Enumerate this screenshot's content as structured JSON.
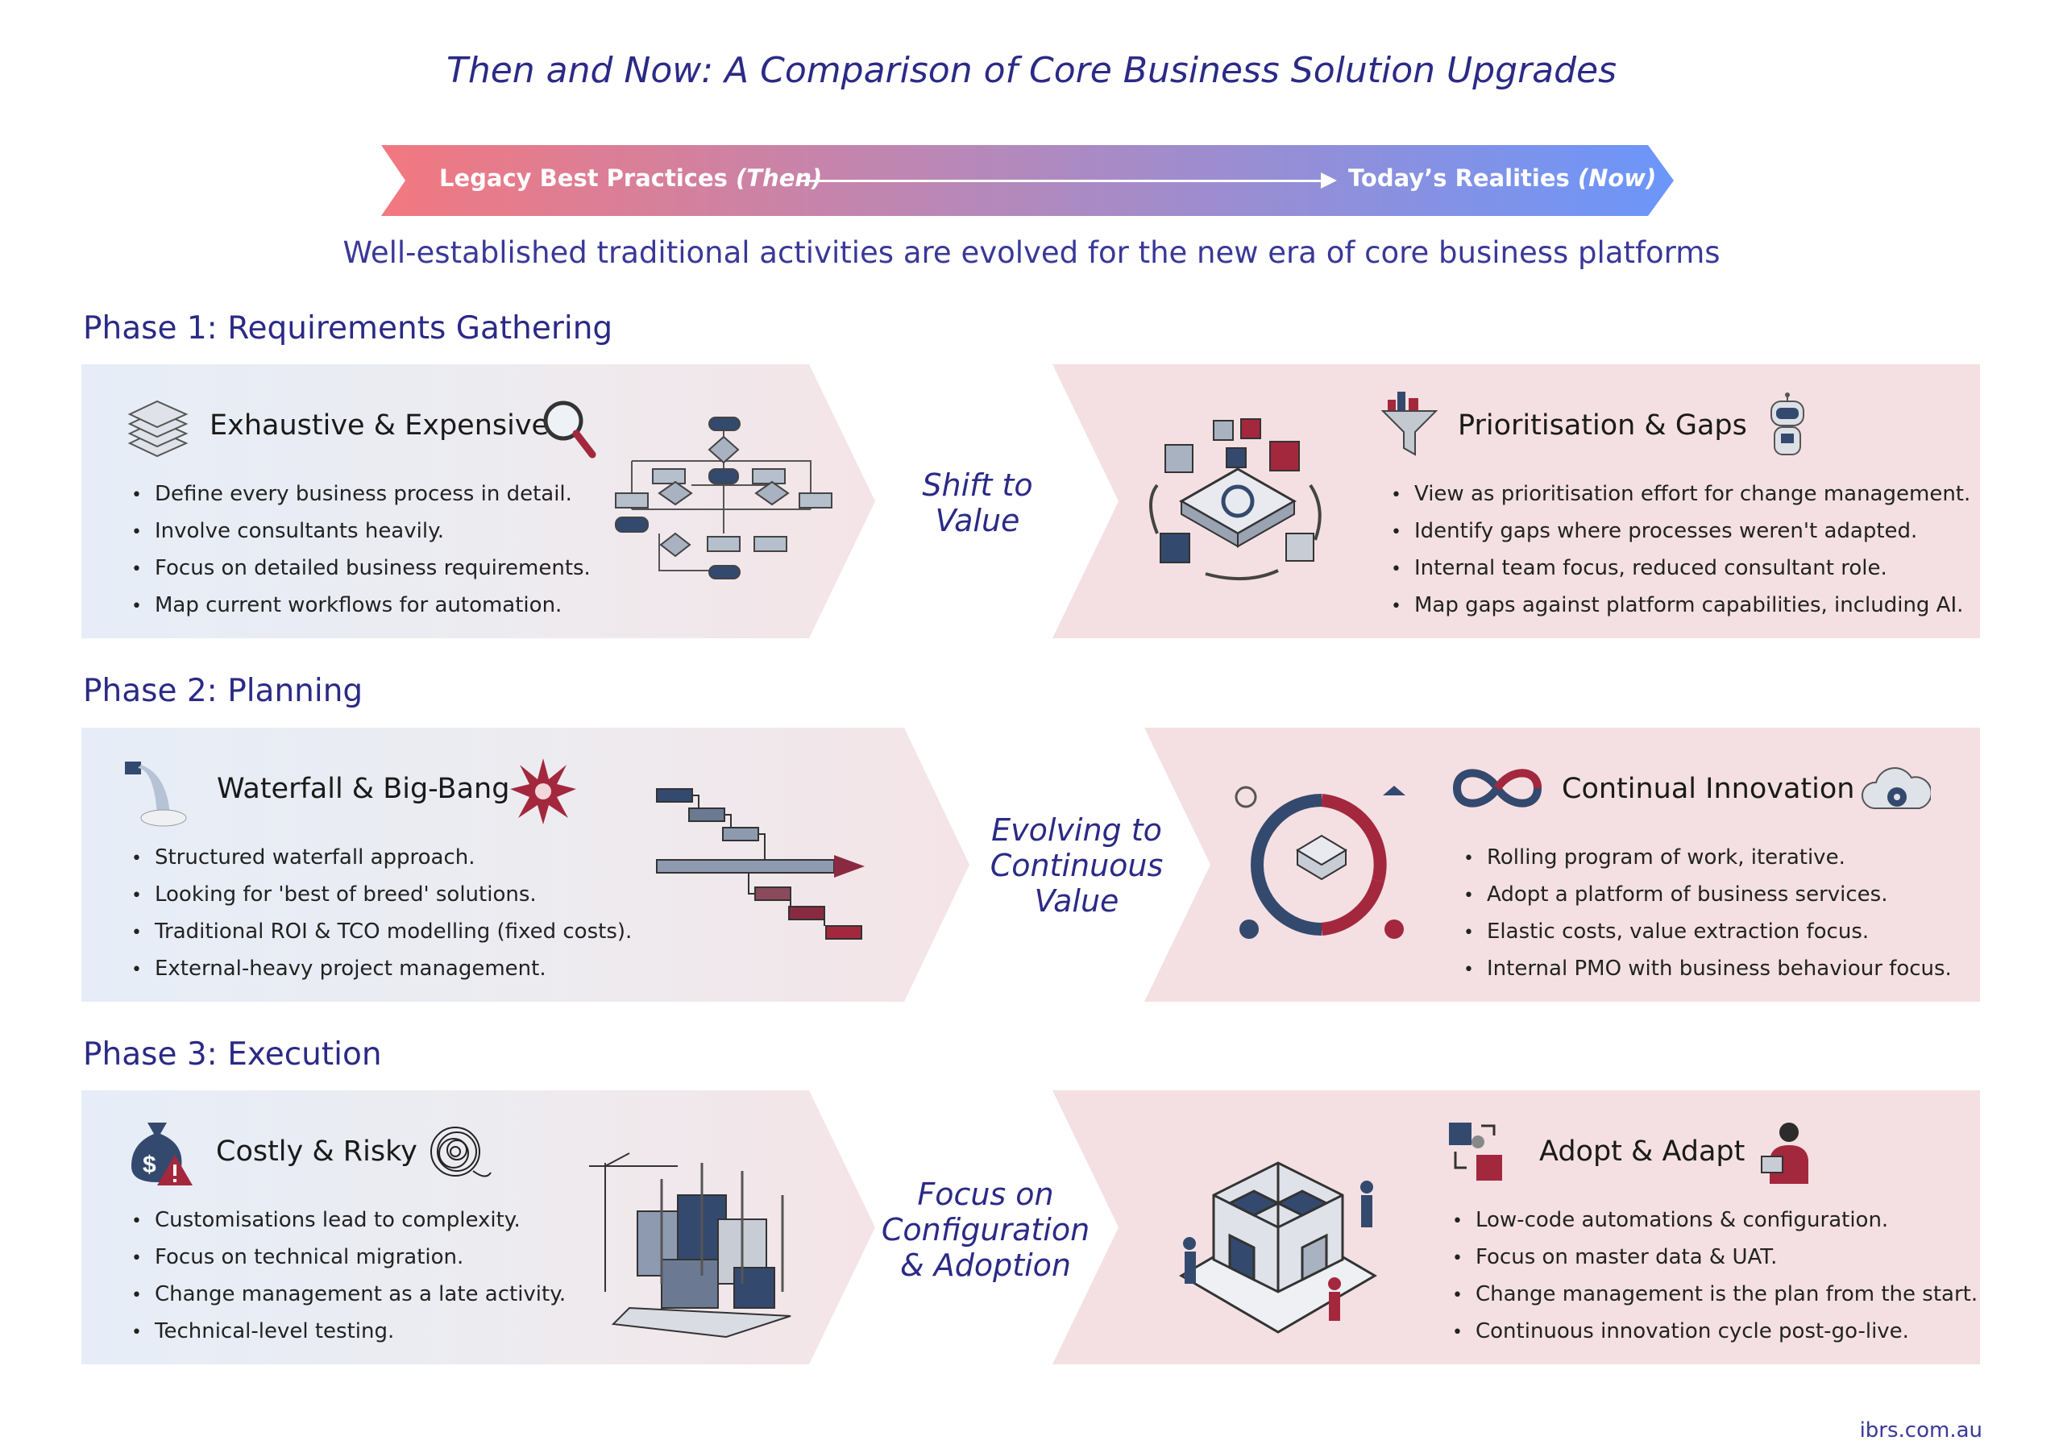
{
  "title": "Then and Now: A Comparison of Core Business Solution Upgrades",
  "banner": {
    "left": "Legacy Best Practices",
    "left_em": "(Then)",
    "right": "Today’s Realities",
    "right_em": "(Now)",
    "color_start": "#f27880",
    "color_end": "#6b96fa"
  },
  "subtitle": "Well-established traditional activities are evolved for the new era of core business platforms",
  "phases": [
    {
      "heading": "Phase 1: Requirements Gathering",
      "transition": [
        "Shift to",
        "Value"
      ],
      "then": {
        "title": "Exhaustive & Expensive",
        "bullets": [
          "Define every business process in detail.",
          "Involve consultants heavily.",
          "Focus on detailed business requirements.",
          "Map current workflows for automation."
        ]
      },
      "now": {
        "title": "Prioritisation & Gaps",
        "bullets": [
          "View as prioritisation effort for change management.",
          "Identify gaps where processes weren't adapted.",
          "Internal team focus, reduced consultant role.",
          "Map gaps against platform capabilities, including AI."
        ]
      }
    },
    {
      "heading": "Phase 2: Planning",
      "transition": [
        "Evolving to",
        "Continuous",
        "Value"
      ],
      "then": {
        "title": "Waterfall & Big-Bang",
        "bullets": [
          "Structured waterfall approach.",
          "Looking for 'best of breed' solutions.",
          "Traditional ROI & TCO modelling (fixed costs).",
          "External-heavy project management."
        ]
      },
      "now": {
        "title": "Continual Innovation",
        "bullets": [
          "Rolling program of work, iterative.",
          "Adopt a platform of business services.",
          "Elastic costs, value extraction focus.",
          "Internal PMO with business behaviour focus."
        ]
      }
    },
    {
      "heading": "Phase 3: Execution",
      "transition": [
        "Focus on",
        "Configuration",
        "& Adoption"
      ],
      "then": {
        "title": "Costly & Risky",
        "bullets": [
          "Customisations lead to complexity.",
          "Focus on technical migration.",
          "Change management as a late activity.",
          "Technical-level testing."
        ]
      },
      "now": {
        "title": "Adopt & Adapt",
        "bullets": [
          "Low-code automations & configuration.",
          "Focus on master data & UAT.",
          "Change management is the plan from the start.",
          "Continuous innovation cycle post-go-live."
        ]
      }
    }
  ],
  "footer": "ibrs.com.au",
  "colors": {
    "heading": "#2b2a86",
    "navy": "#34496e",
    "crimson": "#a3283d"
  }
}
